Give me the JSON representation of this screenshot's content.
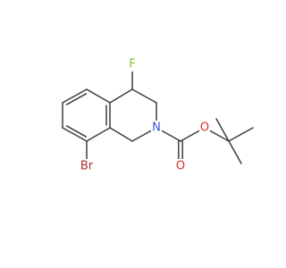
{
  "molecule": {
    "atoms": [
      {
        "id": "F",
        "label": "F",
        "color": "#8bbf2f"
      },
      {
        "id": "N",
        "label": "N",
        "color": "#3b4fd8"
      },
      {
        "id": "O1",
        "label": "O",
        "color": "#e0281e"
      },
      {
        "id": "O2",
        "label": "O",
        "color": "#e0281e"
      },
      {
        "id": "Br",
        "label": "Br",
        "color": "#a5342a"
      }
    ],
    "bond_color": "#3c3c3c"
  }
}
